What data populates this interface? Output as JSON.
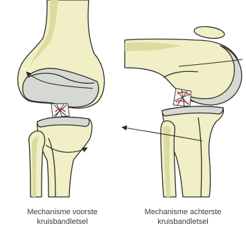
{
  "captions": {
    "left": {
      "line1": "Mechanisme voorste",
      "line2": "kruisbandletsel"
    },
    "right": {
      "line1": "Mechanisme achterste",
      "line2": "kruisbandletsel"
    }
  },
  "colors": {
    "bone": "#f1efc6",
    "bone_shade": "#dcdba0",
    "cartilage": "#d6d8d2",
    "outline": "#2b2b2b",
    "ligament": "#c0282f",
    "background": "#ffffff"
  }
}
